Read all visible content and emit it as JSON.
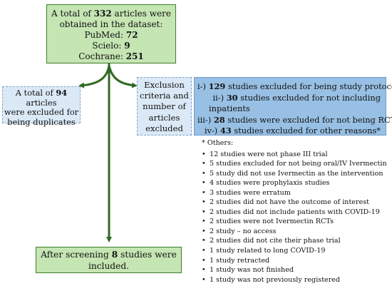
{
  "top_box": {
    "line1_pre": "A total of ",
    "line1_num": "332",
    "line1_post": " articles were",
    "line2": "obtained in the dataset:",
    "pubmed_label": "PubMed: ",
    "pubmed_value": "72",
    "scielo_label": "Scielo: ",
    "scielo_value": "9",
    "cochrane_label": "Cochrane: ",
    "cochrane_value": "251"
  },
  "duplicates_box": {
    "line1_pre": "A total of ",
    "line1_num": "94",
    "line1_post": " articles",
    "line2": "were excluded for",
    "line3": "being duplicates"
  },
  "exclusion_box": {
    "lines": [
      "Exclusion",
      "criteria and",
      "number of",
      "articles",
      "excluded"
    ]
  },
  "reasons": [
    {
      "prefix": "i-) ",
      "num": "129",
      "text": " studies excluded for being study protocol"
    },
    {
      "prefix": "ii-) ",
      "num": "30",
      "text": " studies excluded for not including"
    },
    {
      "prefix": "",
      "num": "",
      "text": "inpatients"
    },
    {
      "prefix": "iii-) ",
      "num": "28",
      "text": " studies were excluded for not being RCT"
    },
    {
      "prefix": "iv-) ",
      "num": "43",
      "text": " studies excluded for other reasons*"
    }
  ],
  "others": {
    "heading": "* Others:",
    "items": [
      "12 studies were not phase III trial",
      "5 studies excluded for not being oral/IV Ivermectin",
      "5 study did not use Ivermectin as the intervention",
      "4 studies were prophylaxis studies",
      "3 studies were erratum",
      "2 studies did not have the outcome of interest",
      "2 studies did not include patients with COVID-19",
      "2 studies were not Ivermectin RCTs",
      "2 study – no access",
      "2 studies did not cite their phase trial",
      "1 study related to long COVID-19",
      "1 study retracted",
      "1 study was not finished",
      "1 study was not previously registered"
    ]
  },
  "final_box": {
    "line1_pre": "After screening ",
    "line1_num": "8",
    "line1_post": " studies were",
    "line2": "included."
  },
  "colors": {
    "green_fill": "#c5e5b3",
    "green_border": "#3f7d2c",
    "arrow": "#2f6a22",
    "light_blue": "#dbe9f6",
    "mid_blue": "#98c0e4"
  }
}
